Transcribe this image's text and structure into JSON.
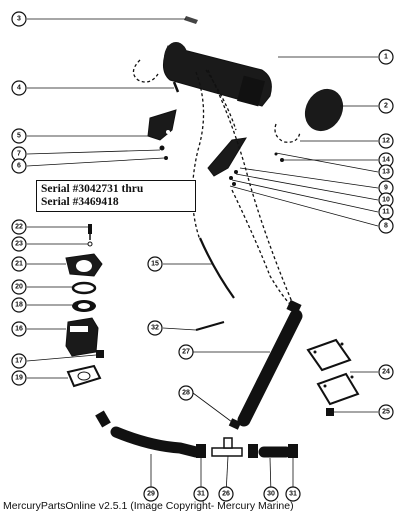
{
  "serial_note": {
    "line1": "Serial #3042731 thru",
    "line2": "Serial #3469418"
  },
  "footer": {
    "copyright": "MercuryPartsOnline v2.5.1 (Image Copyright- Mercury Marine)"
  },
  "callouts": [
    "1",
    "2",
    "3",
    "4",
    "5",
    "6",
    "7",
    "8",
    "9",
    "10",
    "11",
    "12",
    "13",
    "14",
    "15",
    "16",
    "17",
    "18",
    "19",
    "20",
    "21",
    "22",
    "23",
    "24",
    "25",
    "26",
    "27",
    "28",
    "29",
    "30",
    "31",
    "31",
    "32"
  ]
}
